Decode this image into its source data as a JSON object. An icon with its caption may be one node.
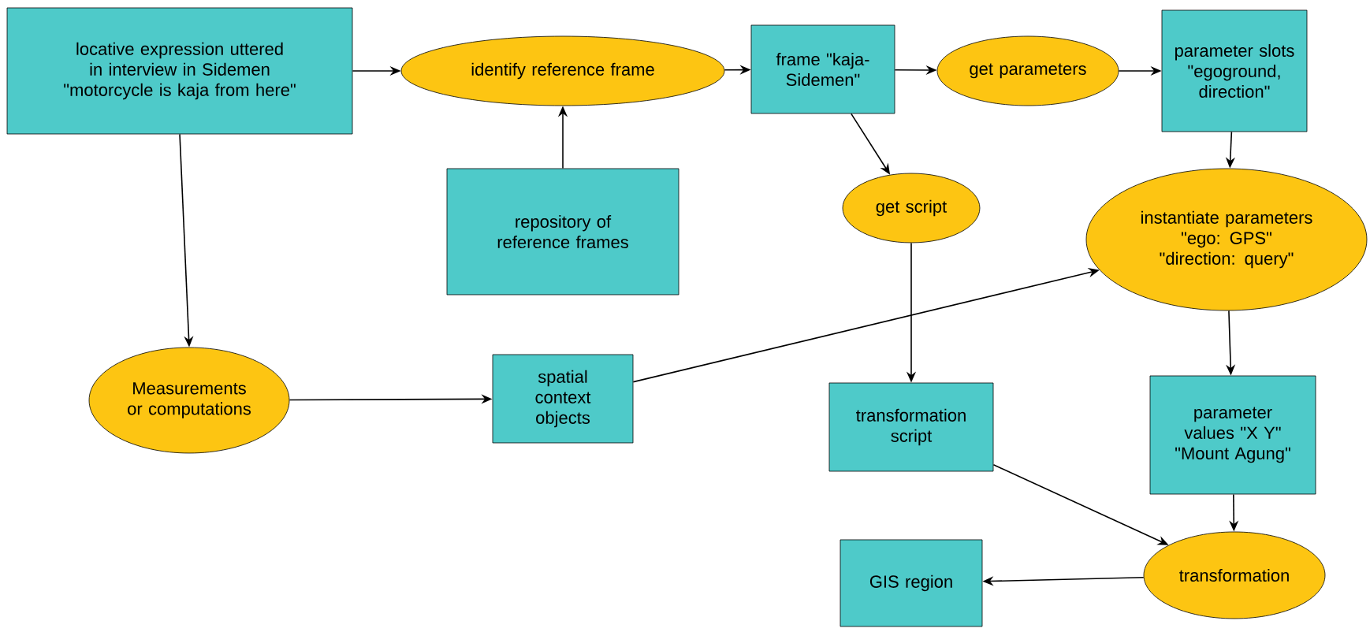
{
  "diagram": {
    "nodes": [
      {
        "text": [
          "locative expression uttered in interview in Sidemen \"motorcycle is kaja from here\""
        ]
      },
      {
        "text": [
          "identify reference frame"
        ]
      },
      {
        "text": [
          "frame \"kaja-Sidemen\""
        ]
      },
      {
        "text": [
          "get parameters"
        ]
      },
      {
        "text": [
          "parameter slots \"egoground, direction\""
        ]
      },
      {
        "text": [
          "repository of reference frames"
        ]
      },
      {
        "text": [
          "get script"
        ]
      },
      {
        "text": [
          "instantiate parameters \"ego: GPS\" \"direction: query\""
        ]
      },
      {
        "text": [
          "Measurements or computations"
        ]
      },
      {
        "text": [
          "spatial context objects"
        ]
      },
      {
        "text": [
          "transformation script"
        ]
      },
      {
        "text": [
          "parameter values \"X Y\" \"Mount Agung\""
        ]
      },
      {
        "text": [
          "GIS region"
        ]
      },
      {
        "text": [
          "transformation"
        ]
      }
    ],
    "edges": [
      {
        "from": 0,
        "to": 1,
        "arrow": "to"
      },
      {
        "from": 1,
        "to": 2,
        "arrow": "to"
      },
      {
        "from": 2,
        "to": 3,
        "arrow": "to"
      },
      {
        "from": 3,
        "to": 4,
        "arrow": "to"
      },
      {
        "from": 5,
        "to": 1,
        "arrow": "to"
      },
      {
        "from": 2,
        "to": 6,
        "arrow": "to"
      },
      {
        "from": 4,
        "to": 7,
        "arrow": "to"
      },
      {
        "from": 0,
        "to": 8,
        "arrow": "to"
      },
      {
        "from": 8,
        "to": 9,
        "arrow": "to"
      },
      {
        "from": 9,
        "to": 7,
        "arrow": "to"
      },
      {
        "from": 6,
        "to": 10,
        "arrow": "to"
      },
      {
        "from": 7,
        "to": 11,
        "arrow": "to"
      },
      {
        "from": 10,
        "to": 13,
        "arrow": "to"
      },
      {
        "from": 11,
        "to": 13,
        "arrow": "to"
      },
      {
        "from": 13,
        "to": 12,
        "arrow": "to"
      }
    ]
  }
}
